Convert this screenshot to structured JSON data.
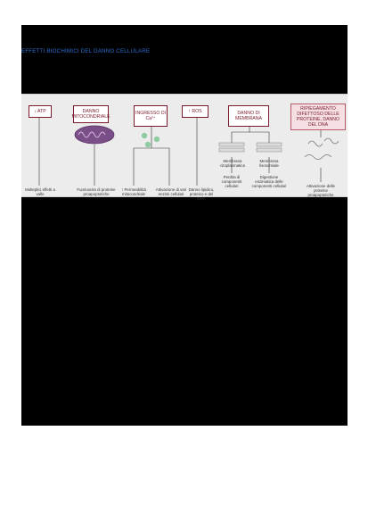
{
  "title": "EFFETTI BIOCHIMICI DEL DANNO CELLULARE",
  "colors": {
    "title": "#2a6fd0",
    "box_border": "#7a1a2c",
    "panel": "#ececec",
    "accent_green": "#6aa57e"
  },
  "boxes": {
    "atp": "↓ ATP",
    "mito": "DANNO MITOCONDRIALE",
    "calcium": "INGRESSO DI Ca²⁺",
    "ros": "↑ ROS",
    "membrane": "DANNO DI MEMBRANA",
    "protein": "RIPIEGAMENTO DIFETTOSO DELLE PROTEINE, DANNO DEL DNA"
  },
  "labels": {
    "atp_effect": "Molteplici effetti a valle",
    "mito_effect": "Fuoriuscita di proteine proapoptotiche",
    "ca_perm": "↑ Permeabilità mitocondriale",
    "ca_enz": "Attivazione di vari enzimi cellulari",
    "ros_effect": "Danno lipidico, proteico e del DNA",
    "mem_plasma": "Membrana citoplasmatica",
    "mem_lyso": "Membrana lisosomiale",
    "mem_loss": "Perdita di componenti cellulari",
    "mem_digest": "Digestione enzimatica delle componenti cellulari",
    "protein_effect": "Attivazione delle proteine proapoptotiche"
  }
}
